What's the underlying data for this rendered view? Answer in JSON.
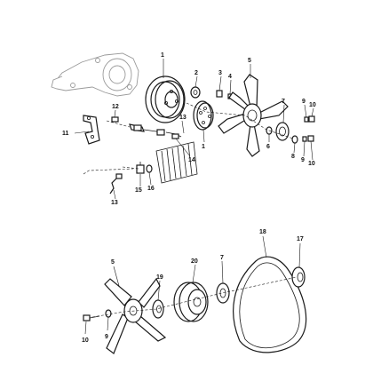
{
  "callouts": {
    "c1a": "1",
    "c2": "2",
    "c3": "3",
    "c4": "4",
    "c5a": "5",
    "c7a": "7",
    "c6": "6",
    "c9a": "9",
    "c10a": "10",
    "c8": "8",
    "c9b": "9",
    "c10b": "10",
    "c12": "12",
    "c13a": "13",
    "c11": "11",
    "c14": "14",
    "c15": "15",
    "c16": "16",
    "c13b": "13",
    "c1b": "1",
    "c18": "18",
    "c17": "17",
    "c5b": "5",
    "c20": "20",
    "c7b": "7",
    "c19": "19",
    "c10c": "10",
    "c9c": "9"
  }
}
